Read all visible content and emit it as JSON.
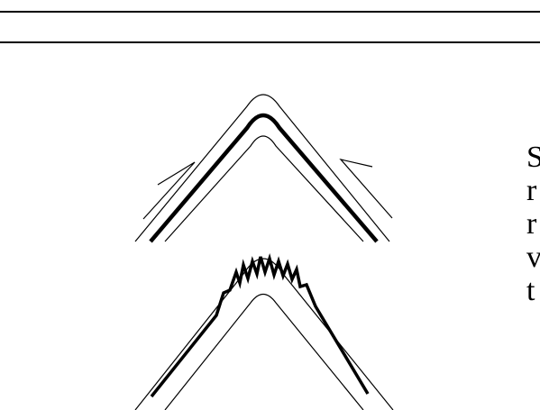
{
  "page": {
    "clipped_text_lines": [
      "S",
      "r",
      "r",
      "v",
      "t"
    ]
  },
  "figure": {
    "panels": [
      {
        "fold_style": "smooth",
        "has_shear_arrows": true
      },
      {
        "fold_style": "crenulated",
        "has_shear_arrows": false
      }
    ]
  },
  "colors": {
    "ink": "#000000",
    "paper": "#ffffff"
  }
}
